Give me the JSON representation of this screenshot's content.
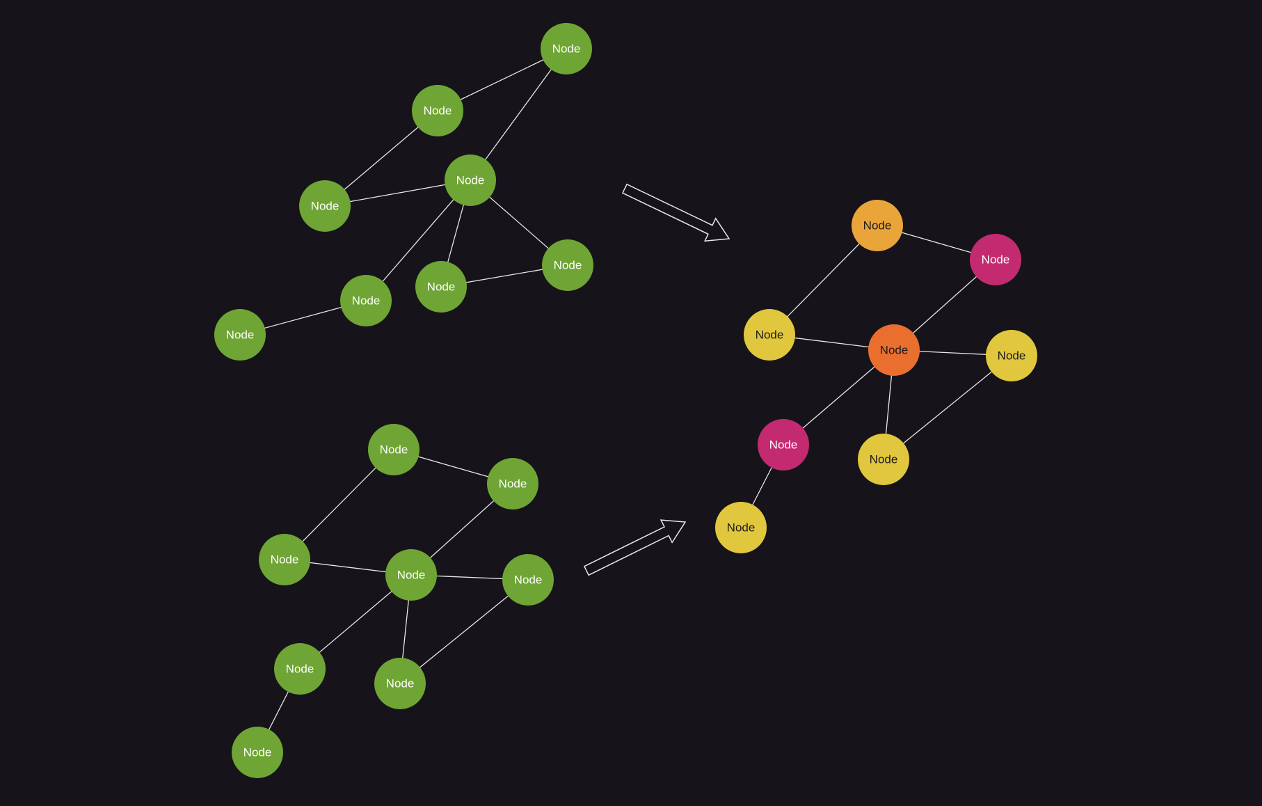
{
  "node_label": "Node",
  "colors": {
    "background": "#16141a",
    "edge": "#e8e8e8",
    "green": "#6fa534",
    "orange_light": "#e9a43a",
    "orange_dark": "#ea6f2f",
    "magenta": "#c42a70",
    "yellow": "#e1c73e",
    "label_light": "#ffffff",
    "label_dark": "#1a1a1a"
  },
  "graphs": [
    {
      "id": "graph-top-left",
      "nodes": [
        {
          "id": "a1",
          "color": "green",
          "label_color": "label_light"
        },
        {
          "id": "a2",
          "color": "green",
          "label_color": "label_light"
        },
        {
          "id": "a3",
          "color": "green",
          "label_color": "label_light"
        },
        {
          "id": "a4",
          "color": "green",
          "label_color": "label_light"
        },
        {
          "id": "a5",
          "color": "green",
          "label_color": "label_light"
        },
        {
          "id": "a6",
          "color": "green",
          "label_color": "label_light"
        },
        {
          "id": "a7",
          "color": "green",
          "label_color": "label_light"
        },
        {
          "id": "a8",
          "color": "green",
          "label_color": "label_light"
        }
      ],
      "edges": [
        [
          "a1",
          "a2"
        ],
        [
          "a2",
          "a3"
        ],
        [
          "a1",
          "a4"
        ],
        [
          "a3",
          "a4"
        ],
        [
          "a4",
          "a5"
        ],
        [
          "a4",
          "a6"
        ],
        [
          "a4",
          "a7"
        ],
        [
          "a6",
          "a7"
        ],
        [
          "a5",
          "a8"
        ]
      ]
    },
    {
      "id": "graph-bottom-left",
      "nodes": [
        {
          "id": "b1",
          "color": "green",
          "label_color": "label_light"
        },
        {
          "id": "b2",
          "color": "green",
          "label_color": "label_light"
        },
        {
          "id": "b3",
          "color": "green",
          "label_color": "label_light"
        },
        {
          "id": "b4",
          "color": "green",
          "label_color": "label_light"
        },
        {
          "id": "b5",
          "color": "green",
          "label_color": "label_light"
        },
        {
          "id": "b6",
          "color": "green",
          "label_color": "label_light"
        },
        {
          "id": "b7",
          "color": "green",
          "label_color": "label_light"
        },
        {
          "id": "b8",
          "color": "green",
          "label_color": "label_light"
        }
      ],
      "edges": [
        [
          "b1",
          "b2"
        ],
        [
          "b1",
          "b3"
        ],
        [
          "b2",
          "b4"
        ],
        [
          "b3",
          "b4"
        ],
        [
          "b4",
          "b5"
        ],
        [
          "b4",
          "b6"
        ],
        [
          "b4",
          "b7"
        ],
        [
          "b5",
          "b7"
        ],
        [
          "b6",
          "b8"
        ]
      ]
    },
    {
      "id": "graph-right-colored",
      "nodes": [
        {
          "id": "c1",
          "color": "orange_light",
          "label_color": "label_dark"
        },
        {
          "id": "c2",
          "color": "magenta",
          "label_color": "label_light"
        },
        {
          "id": "c3",
          "color": "yellow",
          "label_color": "label_dark"
        },
        {
          "id": "c4",
          "color": "orange_dark",
          "label_color": "label_dark"
        },
        {
          "id": "c5",
          "color": "yellow",
          "label_color": "label_dark"
        },
        {
          "id": "c6",
          "color": "magenta",
          "label_color": "label_light"
        },
        {
          "id": "c7",
          "color": "yellow",
          "label_color": "label_dark"
        },
        {
          "id": "c8",
          "color": "yellow",
          "label_color": "label_dark"
        }
      ],
      "edges": [
        [
          "c1",
          "c2"
        ],
        [
          "c1",
          "c3"
        ],
        [
          "c2",
          "c4"
        ],
        [
          "c3",
          "c4"
        ],
        [
          "c4",
          "c5"
        ],
        [
          "c4",
          "c6"
        ],
        [
          "c4",
          "c7"
        ],
        [
          "c5",
          "c7"
        ],
        [
          "c6",
          "c8"
        ]
      ]
    }
  ],
  "arrows": [
    {
      "id": "arrow-top",
      "from": "graph-top-left",
      "to": "graph-right-colored"
    },
    {
      "id": "arrow-bottom",
      "from": "graph-bottom-left",
      "to": "graph-right-colored"
    }
  ]
}
